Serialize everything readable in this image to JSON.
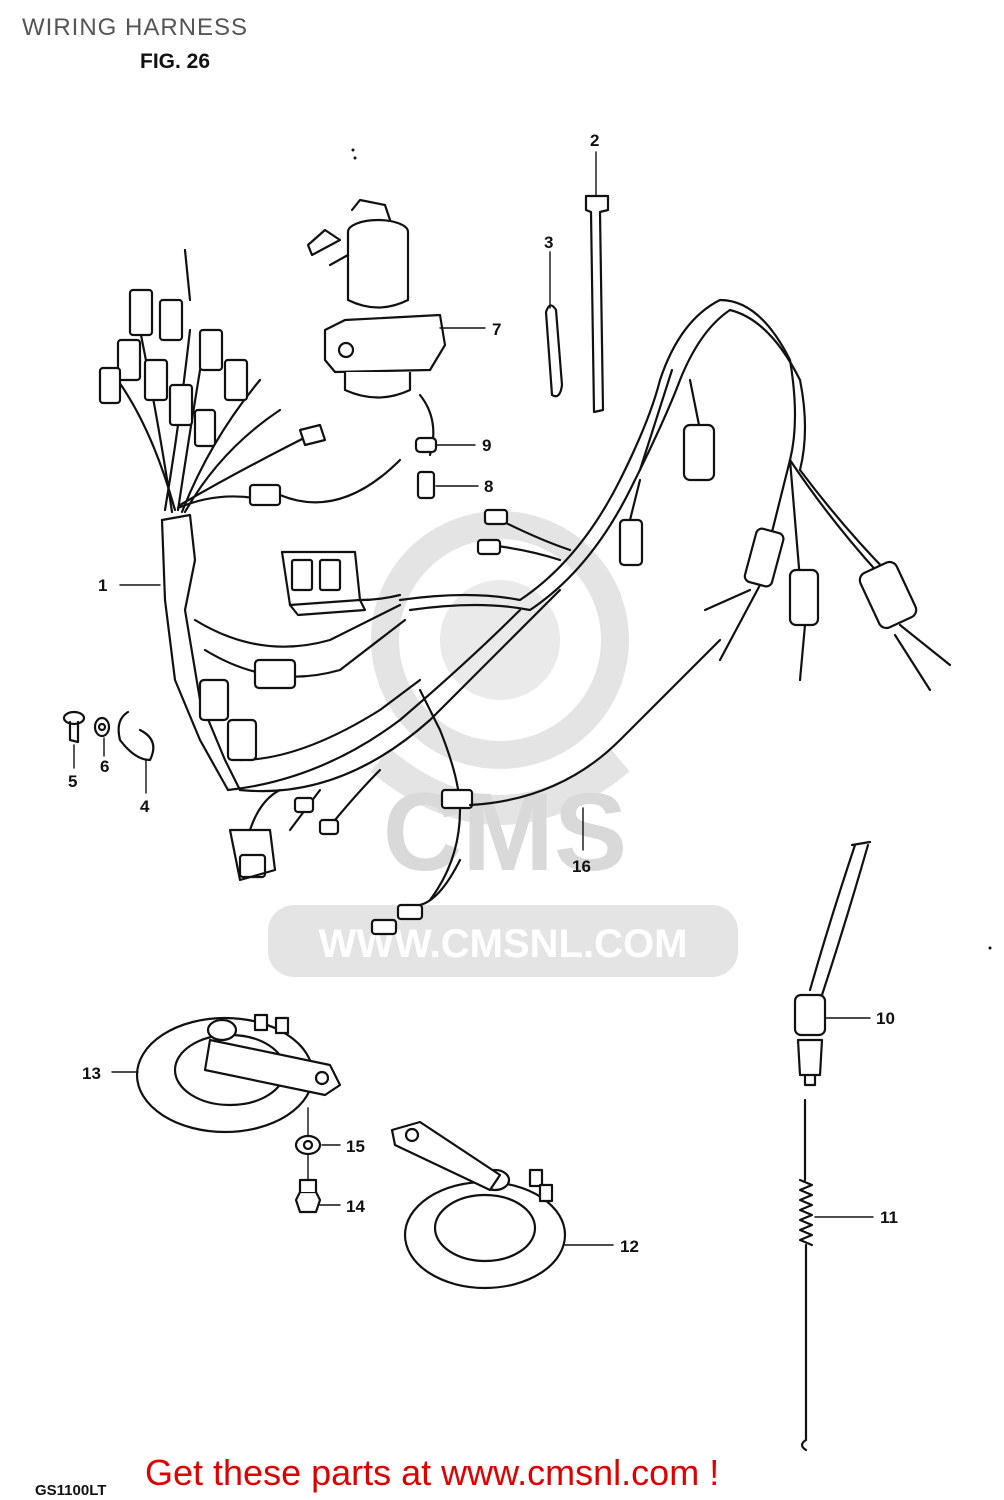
{
  "header": {
    "title": "WIRING HARNESS",
    "figure": "FIG. 26"
  },
  "footer": {
    "model": "GS1100LT",
    "cta": "Get these parts at www.cmsnl.com !"
  },
  "watermark": {
    "logo": "CMS",
    "url": "WWW.CMSNL.COM"
  },
  "callouts": [
    "1",
    "2",
    "3",
    "4",
    "5",
    "6",
    "7",
    "8",
    "9",
    "10",
    "11",
    "12",
    "13",
    "14",
    "15",
    "16"
  ],
  "colors": {
    "ink": "#111111",
    "cta": "#e00000",
    "watermark": "#d9d9d9",
    "title": "#555555"
  }
}
